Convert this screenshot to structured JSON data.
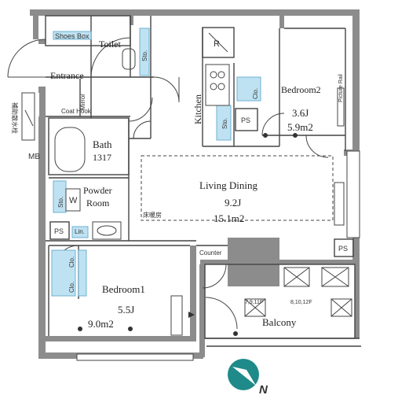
{
  "rooms": {
    "entrance": "Entrance",
    "toilet": "Toilet",
    "kitchen": "Kitchen",
    "bath": "Bath",
    "bath_size": "1317",
    "powder_line1": "Powder",
    "powder_line2": "Room",
    "living_line1": "Living Dining",
    "living_size_j": "9.2J",
    "living_size_m2": "15.1m2",
    "floor_heating": "床暖房",
    "bedroom1": "Bedroom1",
    "bedroom1_size_j": "5.5J",
    "bedroom1_size_m2": "9.0m2",
    "bedroom2": "Bedroom2",
    "bedroom2_size_j": "3.6J",
    "bedroom2_size_m2": "5.9m2",
    "balcony": "Balcony"
  },
  "fixtures": {
    "shoes_box": "Shoes Box",
    "mirror": "Mirror",
    "coat_hook": "Coat Hook",
    "sto": "Sto.",
    "clo": "Clo.",
    "lin": "Lin.",
    "w": "W",
    "ps": "PS",
    "mb": "MB",
    "refrigerator": "R",
    "counter": "Counter",
    "picture_rail": "Picture Rail",
    "fire_hydrant": "補助散水栓",
    "floor_7_9_11": "7,9,11F",
    "floor_8_10_12": "8,10,12F"
  },
  "compass": {
    "label": "N"
  },
  "colors": {
    "wall": "#8c8c8c",
    "storage": "#bfe2f2",
    "storage_edge": "#6fb2d2",
    "compass": "#1f8a8a"
  }
}
